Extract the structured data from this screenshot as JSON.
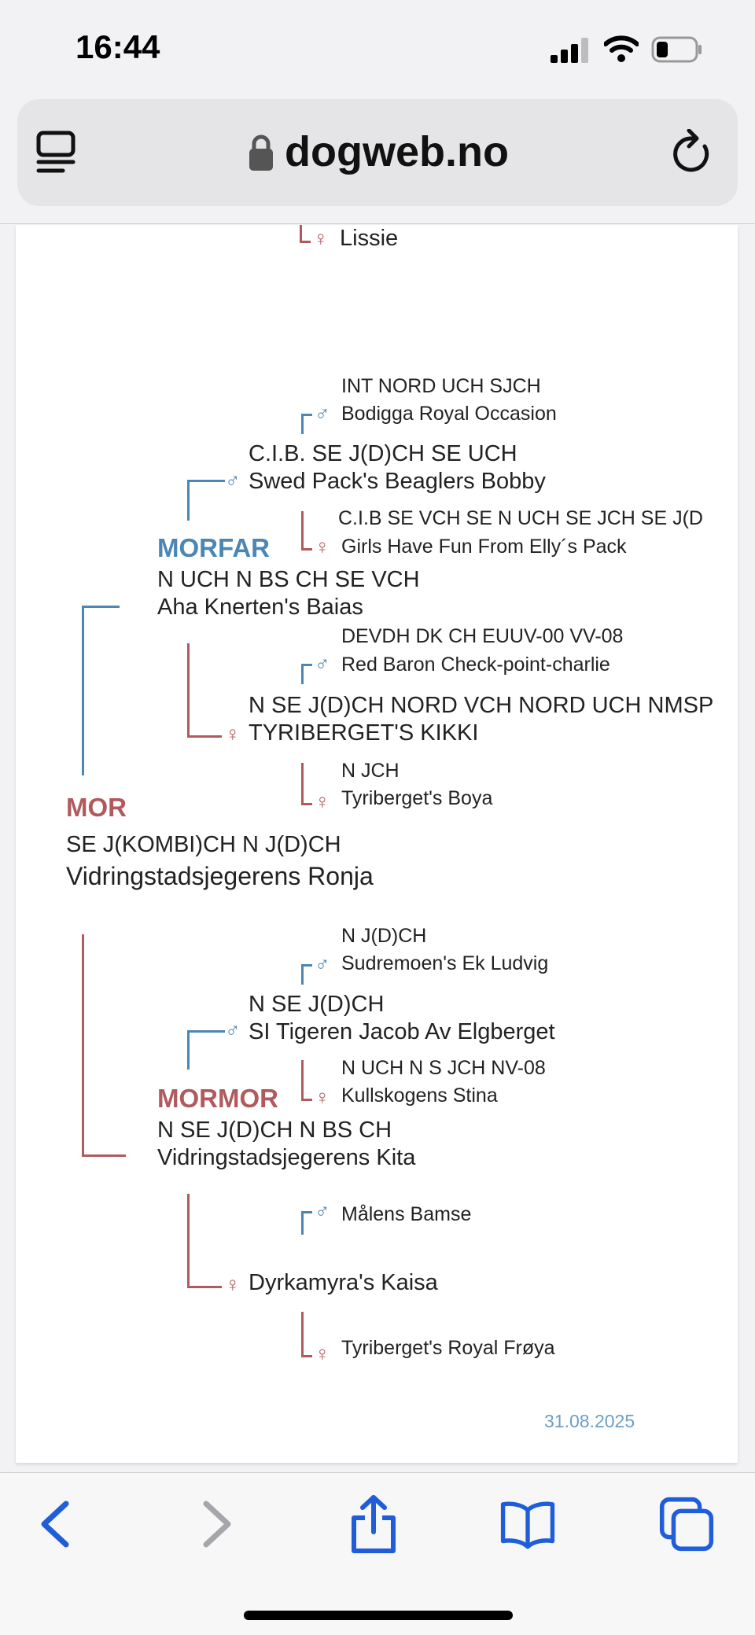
{
  "status_bar": {
    "time": "16:44"
  },
  "browser": {
    "url": "dogweb.no"
  },
  "pedigree": {
    "top_partial": {
      "name": "Lissie"
    },
    "mor": {
      "role": "MOR",
      "titles": "SE J(KOMBI)CH N J(D)CH",
      "name": "Vidringstadsjegerens Ronja"
    },
    "morfar": {
      "role": "MORFAR",
      "titles": "N UCH N BS CH SE VCH",
      "name": "Aha Knerten's Baias",
      "father": {
        "titles": "C.I.B. SE J(D)CH SE UCH",
        "name": "Swed Pack's Beaglers Bobby",
        "father": {
          "titles": "INT NORD UCH SJCH",
          "name": "Bodigga Royal Occasion"
        },
        "mother": {
          "titles": "C.I.B SE VCH SE N UCH SE JCH SE J(D",
          "name": "Girls Have Fun From Elly´s Pack"
        }
      },
      "mother": {
        "titles": "N SE J(D)CH NORD VCH NORD UCH NMSP",
        "name": "TYRIBERGET'S KIKKI",
        "father": {
          "titles": "DEVDH DK CH EUUV-00 VV-08",
          "name": "Red Baron Check-point-charlie"
        },
        "mother": {
          "titles": "N JCH",
          "name": "Tyriberget's Boya"
        }
      }
    },
    "mormor": {
      "role": "MORMOR",
      "titles": "N SE J(D)CH N BS CH",
      "name": "Vidringstadsjegerens Kita",
      "father": {
        "titles": "N SE J(D)CH",
        "name": "SI Tigeren Jacob Av Elgberget",
        "father": {
          "titles": "N J(D)CH",
          "name": "Sudremoen's Ek Ludvig"
        },
        "mother": {
          "titles": "N UCH N S JCH NV-08",
          "name": "Kullskogens Stina"
        }
      },
      "mother": {
        "titles": "",
        "name": "Dyrkamyra's Kaisa",
        "father": {
          "titles": "",
          "name": "Målens Bamse"
        },
        "mother": {
          "titles": "",
          "name": "Tyriberget's Royal Frøya"
        }
      }
    },
    "date": "31.08.2025"
  },
  "symbols": {
    "male": "♂",
    "female": "♀"
  },
  "colors": {
    "male": "#4b86b4",
    "female": "#b05a5e",
    "date": "#6b9fc6",
    "toolbar_icon": "#1f5ed8"
  }
}
